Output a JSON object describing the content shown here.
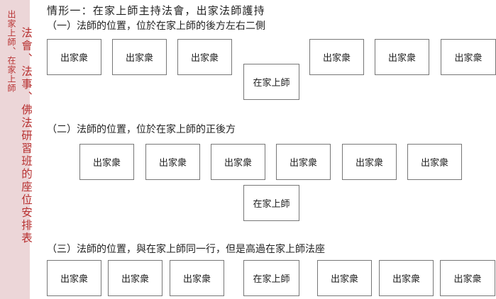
{
  "sidebar": {
    "subtitle": "出家上師、在家上師",
    "title": "法會、法事、佛法研習班的座位安排表"
  },
  "title": "情形一：在家上師主持法會，出家法師護持",
  "sections": [
    {
      "heading": "（一）法師的位置，位於在家上師的後方左右二側"
    },
    {
      "heading": "（二）法師的位置，位於在家上師的正後方"
    },
    {
      "heading": "（三）法師的位置，與在家上師同一行，但是高過在家上師法座"
    }
  ],
  "labels": {
    "monastic": "出家衆",
    "lay_master": "在家上師"
  }
}
